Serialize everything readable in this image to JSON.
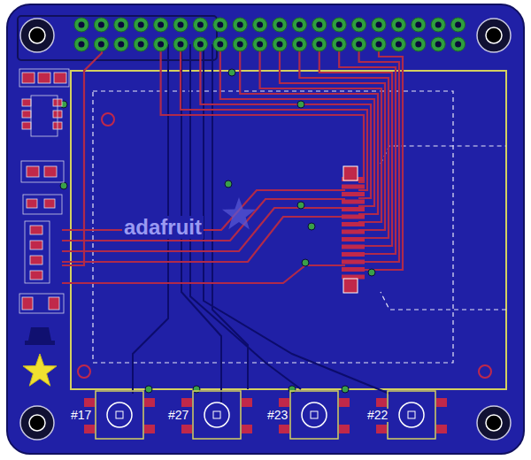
{
  "diagram": {
    "labels": [
      "#17",
      "#27",
      "#23",
      "#22",
      "adafruit"
    ]
  }
}
